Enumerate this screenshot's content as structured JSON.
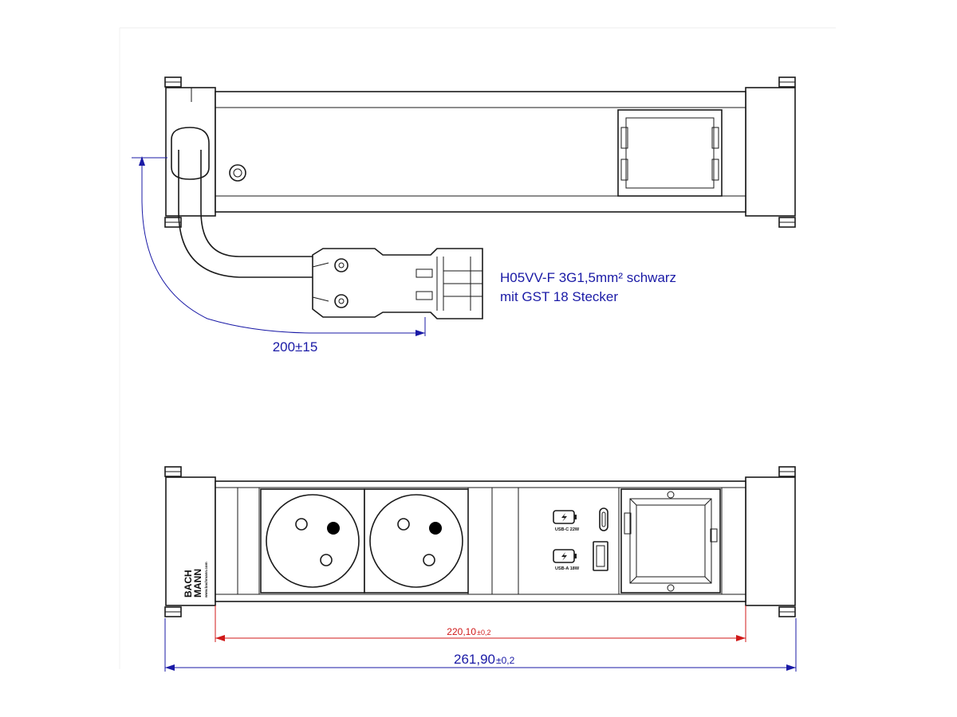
{
  "top_view": {
    "cable_label_line1": "H05VV-F 3G1,5mm² schwarz",
    "cable_label_line2": "mit GST 18 Stecker",
    "cable_length_dim": "200±15"
  },
  "front_view": {
    "brand_line1": "BACH",
    "brand_line2": "MANN",
    "brand_url": "www.bachmann.com",
    "usb_c_label": "USB-C 22W",
    "usb_a_label": "USB-A 18W",
    "inner_dim_value": "220,10",
    "inner_dim_tol": "±0,2",
    "outer_dim_value": "261,90",
    "outer_dim_tol": "±0,2"
  },
  "colors": {
    "dimension_blue": "#1a1aa6",
    "dimension_red": "#d01818",
    "line": "#1a1a1a"
  }
}
